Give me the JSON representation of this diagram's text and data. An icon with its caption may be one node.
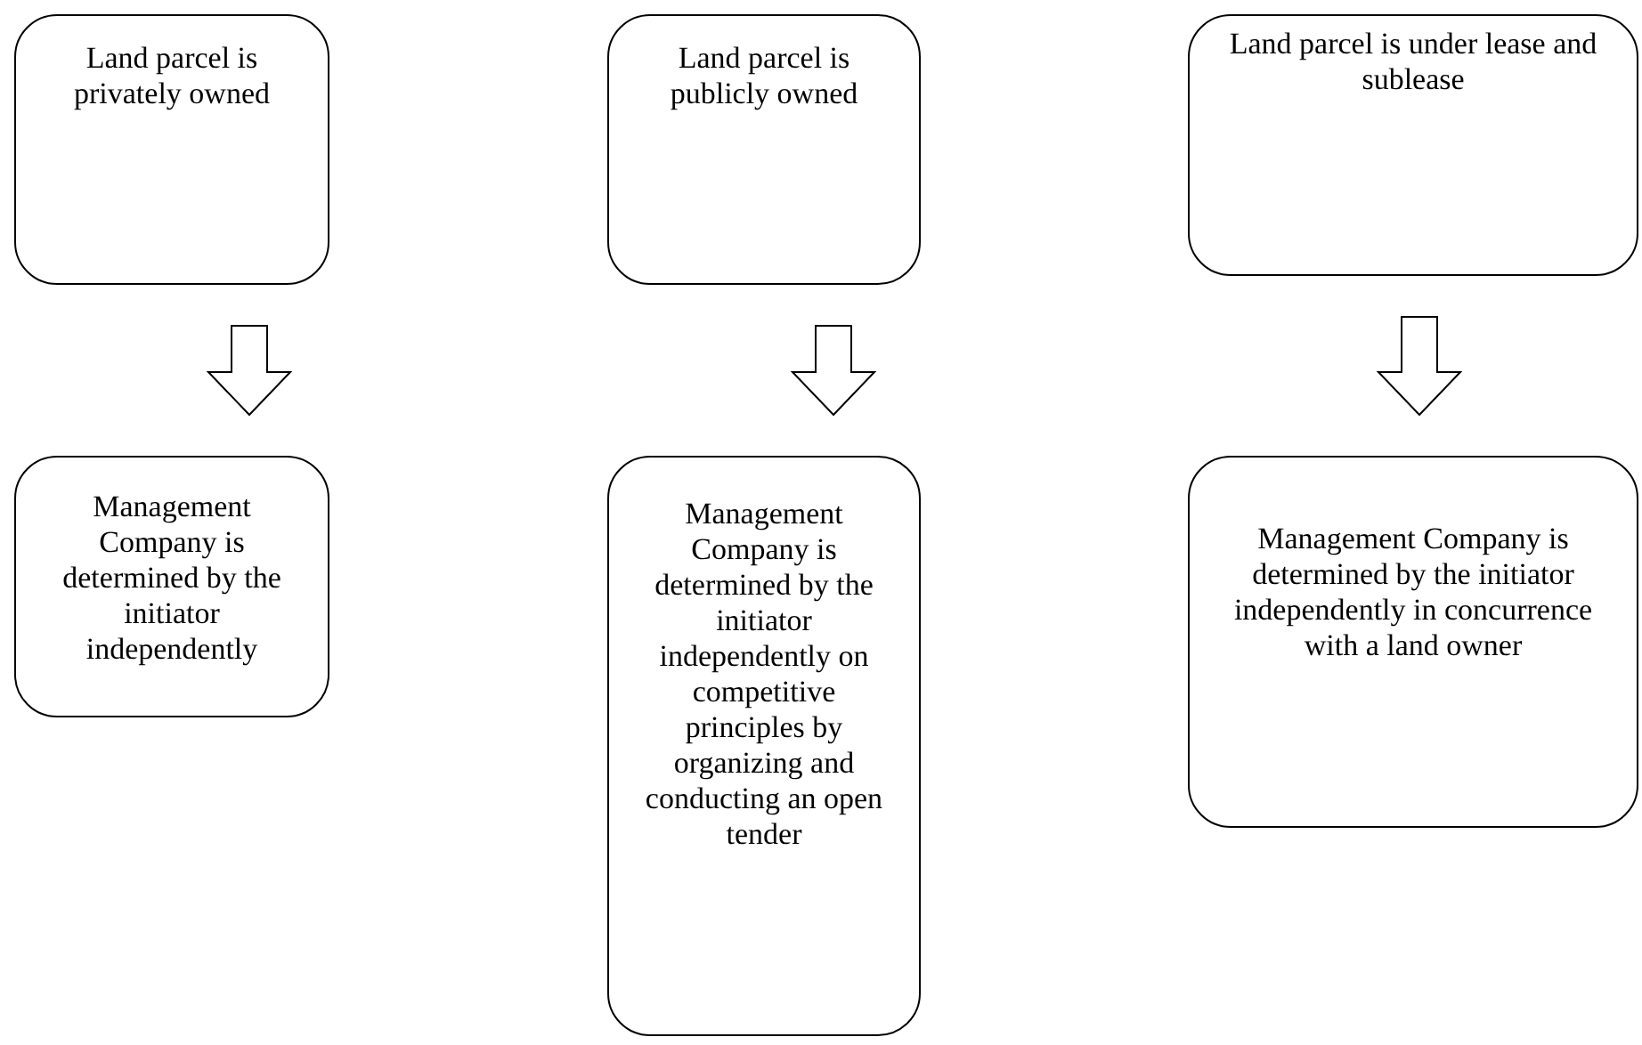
{
  "diagram": {
    "nodes": [
      {
        "text": [
          "Land parcel is privately owned"
        ]
      },
      {
        "text": [
          "Land parcel is publicly owned"
        ]
      },
      {
        "text": [
          "Land parcel is under lease and sublease"
        ]
      },
      {
        "text": [
          "Management Company is determined by the initiator independently"
        ]
      },
      {
        "text": [
          "Management Company is determined by the initiator independently on competitive principles by organizing and conducting an open tender"
        ]
      },
      {
        "text": [
          "Management Company is determined by the initiator independently in concurrence with a land owner"
        ]
      }
    ],
    "edges": [
      {
        "from": 0,
        "to": 3,
        "arrow": "to"
      },
      {
        "from": 1,
        "to": 4,
        "arrow": "to"
      },
      {
        "from": 2,
        "to": 5,
        "arrow": "to"
      }
    ]
  }
}
